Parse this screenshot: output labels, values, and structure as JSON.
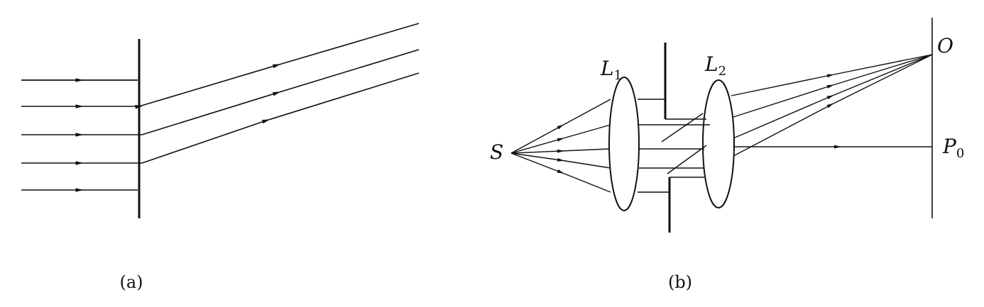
{
  "panels": [
    {
      "id": "a",
      "caption": "(a)"
    },
    {
      "id": "b",
      "caption": "(b)"
    }
  ],
  "labels": {
    "source": "S",
    "lens1": {
      "main": "L",
      "sub": "1"
    },
    "lens2": {
      "main": "L",
      "sub": "2"
    },
    "focus_point": "O",
    "screen_point": {
      "main": "P",
      "sub": "0"
    }
  },
  "colors": {
    "ink": "#111111",
    "background": "#ffffff"
  }
}
